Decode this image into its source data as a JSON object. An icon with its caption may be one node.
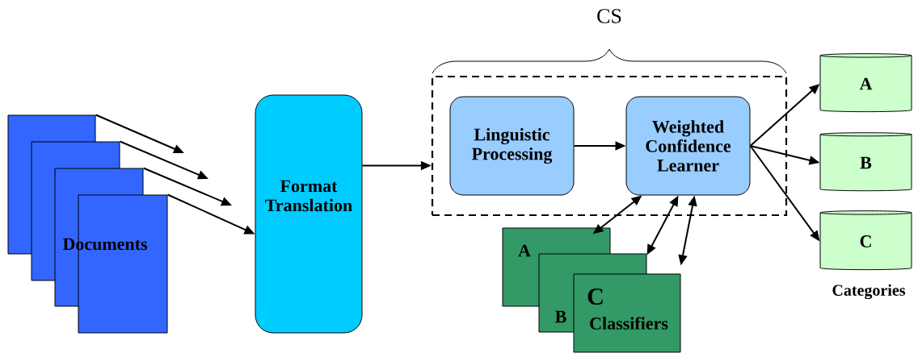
{
  "diagram": {
    "nodes": [
      {
        "text": [],
        "shape": "box"
      },
      {
        "text": [],
        "shape": "box"
      },
      {
        "text": [],
        "shape": "box"
      },
      {
        "text": [],
        "shape": "box"
      },
      {
        "text": [
          "Format Translation"
        ]
      },
      {
        "text": [
          "CS"
        ]
      },
      {
        "text": [
          "Linguistic Processing"
        ],
        "in": 5
      },
      {
        "text": [
          "Weighted Confidence Learner"
        ],
        "in": 5
      },
      {
        "text": [
          "A"
        ]
      },
      {
        "text": [
          "B"
        ]
      },
      {
        "text": [
          "C",
          "Classifiers"
        ]
      },
      {
        "text": [
          "A"
        ]
      },
      {
        "text": [
          "B"
        ]
      },
      {
        "text": [
          "C"
        ]
      }
    ],
    "edges": [
      {
        "from": 0,
        "to": null,
        "arrow": "to"
      },
      {
        "from": 1,
        "to": null,
        "arrow": "to"
      },
      {
        "from": 2,
        "to": null,
        "arrow": "to"
      },
      {
        "from": 3,
        "to": 4,
        "arrow": "to"
      },
      {
        "from": 4,
        "to": 5,
        "arrow": "to"
      },
      {
        "from": 6,
        "to": 7,
        "arrow": "to"
      },
      {
        "from": 7,
        "to": 8,
        "arrow": "both"
      },
      {
        "from": 7,
        "to": 9,
        "arrow": "both"
      },
      {
        "from": 7,
        "to": 10,
        "arrow": "both"
      },
      {
        "from": 7,
        "to": 11,
        "arrow": "to"
      },
      {
        "from": 7,
        "to": 12,
        "arrow": "to"
      },
      {
        "from": 7,
        "to": 13,
        "arrow": "to"
      }
    ],
    "labels": [
      "Documents",
      "Categories"
    ]
  }
}
